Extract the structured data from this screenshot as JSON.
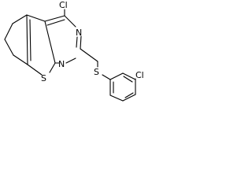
{
  "molecule": {
    "atoms": {
      "cl_top": "Cl",
      "n_upper": "N",
      "n_lower": "N",
      "s_ring": "S",
      "s_link": "S",
      "cl_right": "Cl"
    },
    "colors": {
      "bond": "#000000",
      "label": "#000000",
      "background": "#ffffff"
    }
  }
}
